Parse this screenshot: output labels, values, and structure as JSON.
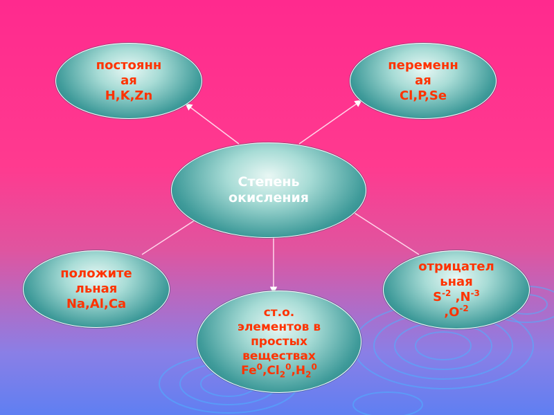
{
  "center": {
    "line1": "Степень",
    "line2": "окисления"
  },
  "top_left": {
    "line1": "постоянн",
    "line2": "ая",
    "line3": "H,K,Zn"
  },
  "top_right": {
    "line1": "переменн",
    "line2": "ая",
    "line3": "Cl,P,Se"
  },
  "bottom_left": {
    "line1": "положите",
    "line2": "льная",
    "line3": "Na,Al,Ca"
  },
  "bottom_center": {
    "line1": "ст.о.",
    "line2": "элементов в",
    "line3": "простых",
    "line4": "веществах",
    "fe": "Fe",
    "fe_ox": "0",
    "cl": ",Cl",
    "cl_idx": "2",
    "cl_ox": "0",
    "h": ",H",
    "h_idx": "2",
    "h_ox": "0"
  },
  "bottom_right": {
    "line1": "отрицател",
    "line2": "ьная",
    "s": "S",
    "s_ox": "-2",
    "n": " ,N",
    "n_ox": "-3",
    "o": ",O",
    "o_ox": "-2"
  },
  "colors": {
    "node_text": "#ff3300",
    "center_text": "#ffffff",
    "background_top": "#ff2a8e",
    "background_bottom": "#5f7ff2"
  }
}
